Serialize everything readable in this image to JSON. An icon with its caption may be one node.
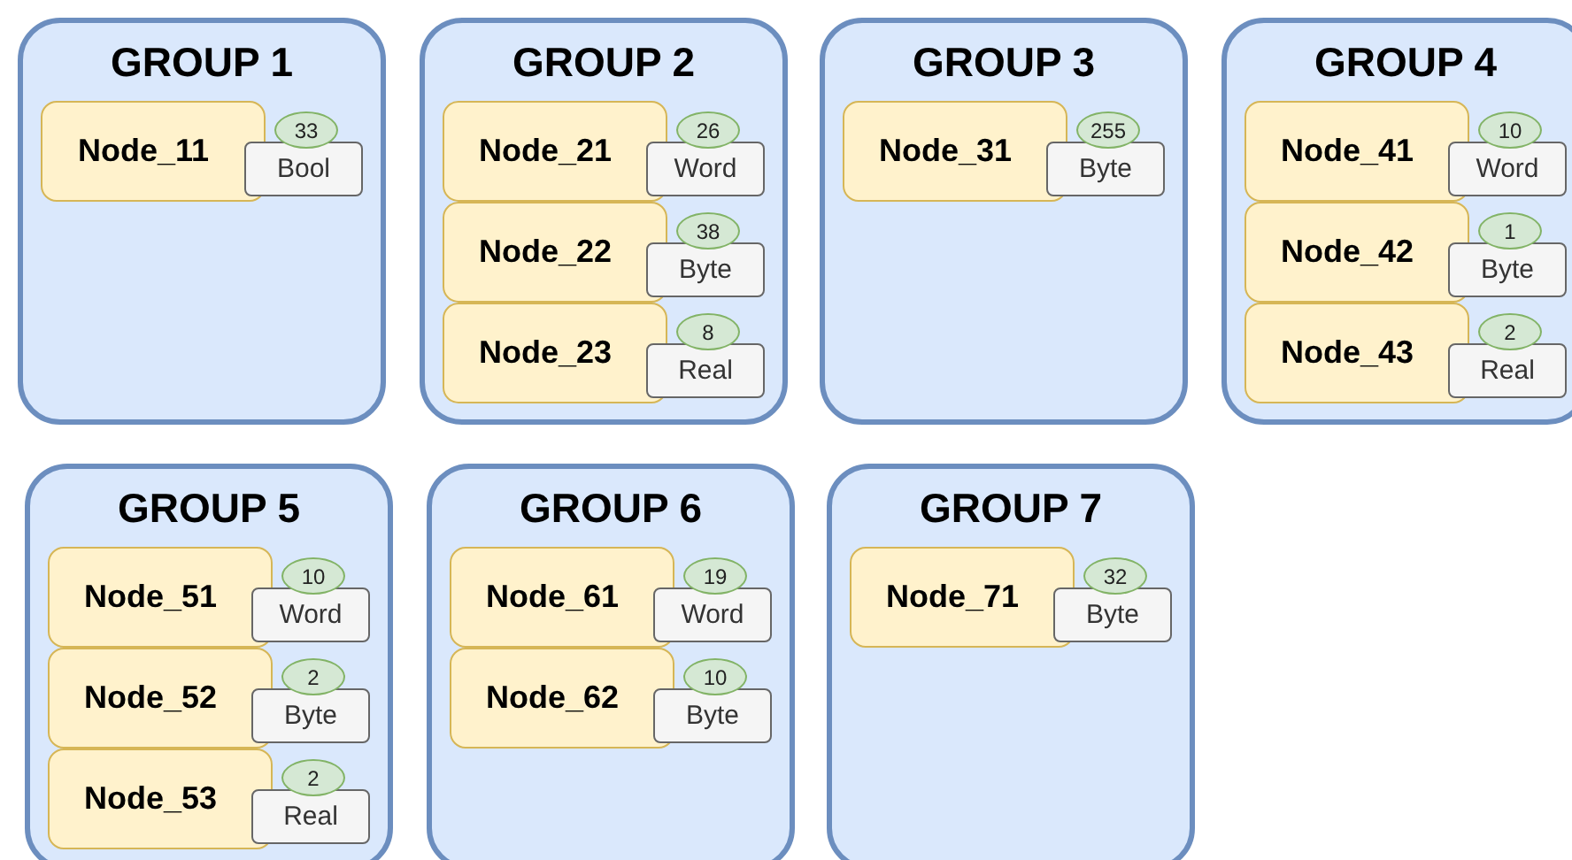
{
  "diagram": {
    "nodes": [
      {
        "text": [
          "GROUP 1"
        ]
      },
      {
        "text": [
          "Node_11"
        ],
        "in": 0
      },
      {
        "text": [
          "33"
        ],
        "in": 0
      },
      {
        "text": [
          "Bool"
        ],
        "in": 0
      },
      {
        "text": [
          "GROUP 2"
        ]
      },
      {
        "text": [
          "Node_21"
        ],
        "in": 4
      },
      {
        "text": [
          "26"
        ],
        "in": 4
      },
      {
        "text": [
          "Word"
        ],
        "in": 4
      },
      {
        "text": [
          "Node_22"
        ],
        "in": 4
      },
      {
        "text": [
          "38"
        ],
        "in": 4
      },
      {
        "text": [
          "Byte"
        ],
        "in": 4
      },
      {
        "text": [
          "Node_23"
        ],
        "in": 4
      },
      {
        "text": [
          "8"
        ],
        "in": 4
      },
      {
        "text": [
          "Real"
        ],
        "in": 4
      },
      {
        "text": [
          "GROUP 3"
        ]
      },
      {
        "text": [
          "Node_31"
        ],
        "in": 14
      },
      {
        "text": [
          "255"
        ],
        "in": 14
      },
      {
        "text": [
          "Byte"
        ],
        "in": 14
      },
      {
        "text": [
          "GROUP 4"
        ]
      },
      {
        "text": [
          "Node_41"
        ],
        "in": 18
      },
      {
        "text": [
          "10"
        ],
        "in": 18
      },
      {
        "text": [
          "Word"
        ],
        "in": 18
      },
      {
        "text": [
          "Node_42"
        ],
        "in": 18
      },
      {
        "text": [
          "1"
        ],
        "in": 18
      },
      {
        "text": [
          "Byte"
        ],
        "in": 18
      },
      {
        "text": [
          "Node_43"
        ],
        "in": 18
      },
      {
        "text": [
          "2"
        ],
        "in": 18
      },
      {
        "text": [
          "Real"
        ],
        "in": 18
      },
      {
        "text": [
          "GROUP 5"
        ]
      },
      {
        "text": [
          "Node_51"
        ],
        "in": 28
      },
      {
        "text": [
          "10"
        ],
        "in": 28
      },
      {
        "text": [
          "Word"
        ],
        "in": 28
      },
      {
        "text": [
          "Node_52"
        ],
        "in": 28
      },
      {
        "text": [
          "2"
        ],
        "in": 28
      },
      {
        "text": [
          "Byte"
        ],
        "in": 28
      },
      {
        "text": [
          "Node_53"
        ],
        "in": 28
      },
      {
        "text": [
          "2"
        ],
        "in": 28
      },
      {
        "text": [
          "Real"
        ],
        "in": 28
      },
      {
        "text": [
          "GROUP 6"
        ]
      },
      {
        "text": [
          "Node_61"
        ],
        "in": 38
      },
      {
        "text": [
          "19"
        ],
        "in": 38
      },
      {
        "text": [
          "Word"
        ],
        "in": 38
      },
      {
        "text": [
          "Node_62"
        ],
        "in": 38
      },
      {
        "text": [
          "10"
        ],
        "in": 38
      },
      {
        "text": [
          "Byte"
        ],
        "in": 38
      },
      {
        "text": [
          "GROUP 7"
        ]
      },
      {
        "text": [
          "Node_71"
        ],
        "in": 45
      },
      {
        "text": [
          "32"
        ],
        "in": 45
      },
      {
        "text": [
          "Byte"
        ],
        "in": 45
      }
    ]
  }
}
